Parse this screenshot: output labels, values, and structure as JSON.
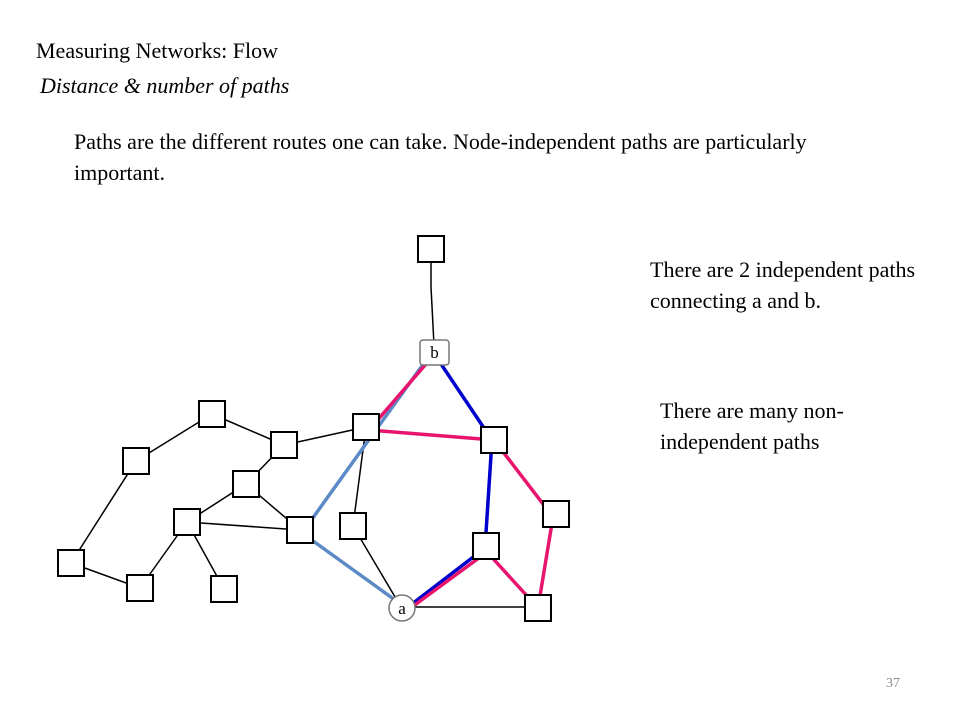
{
  "slide": {
    "title": "Measuring Networks: Flow",
    "subtitle": "Distance & number of paths",
    "intro": "Paths are the different routes one can take.  Node-independent paths are particularly important.",
    "note_independent": "There are 2 independent paths connecting a and b.",
    "note_nonindependent": "There are many non-independent paths",
    "page_number": "37"
  },
  "diagram": {
    "node_labels": {
      "a": "a",
      "b": "b"
    },
    "colors": {
      "edge": "#000000",
      "path_blue": "#0000cc",
      "path_magenta": "#e8146e",
      "path_steel": "#5b8ac6"
    }
  }
}
